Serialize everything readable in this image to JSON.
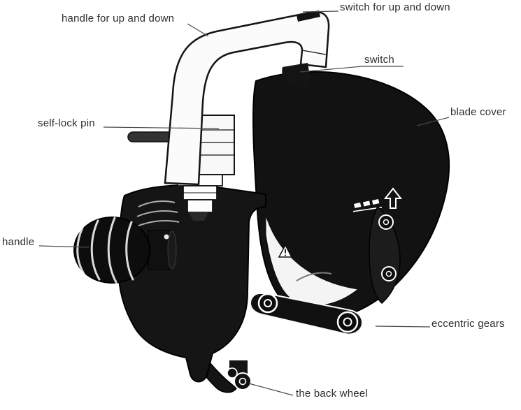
{
  "diagram": {
    "type": "labeled parts diagram",
    "subject": "portable electric cutting machine (line art with callout labels)",
    "colors": {
      "background": "#ffffff",
      "line_art": "#141414",
      "label_text": "#2e2e2e",
      "leader_line": "#4a4a4a"
    },
    "labels": {
      "handle_up_down": "handle for up and down",
      "switch_up_down": "switch for up and down",
      "switch": "switch",
      "self_lock_pin": "self-lock pin",
      "blade_cover": "blade cover",
      "handle": "handle",
      "eccentric_gears": "eccentric gears",
      "back_wheel": "the back wheel"
    }
  }
}
